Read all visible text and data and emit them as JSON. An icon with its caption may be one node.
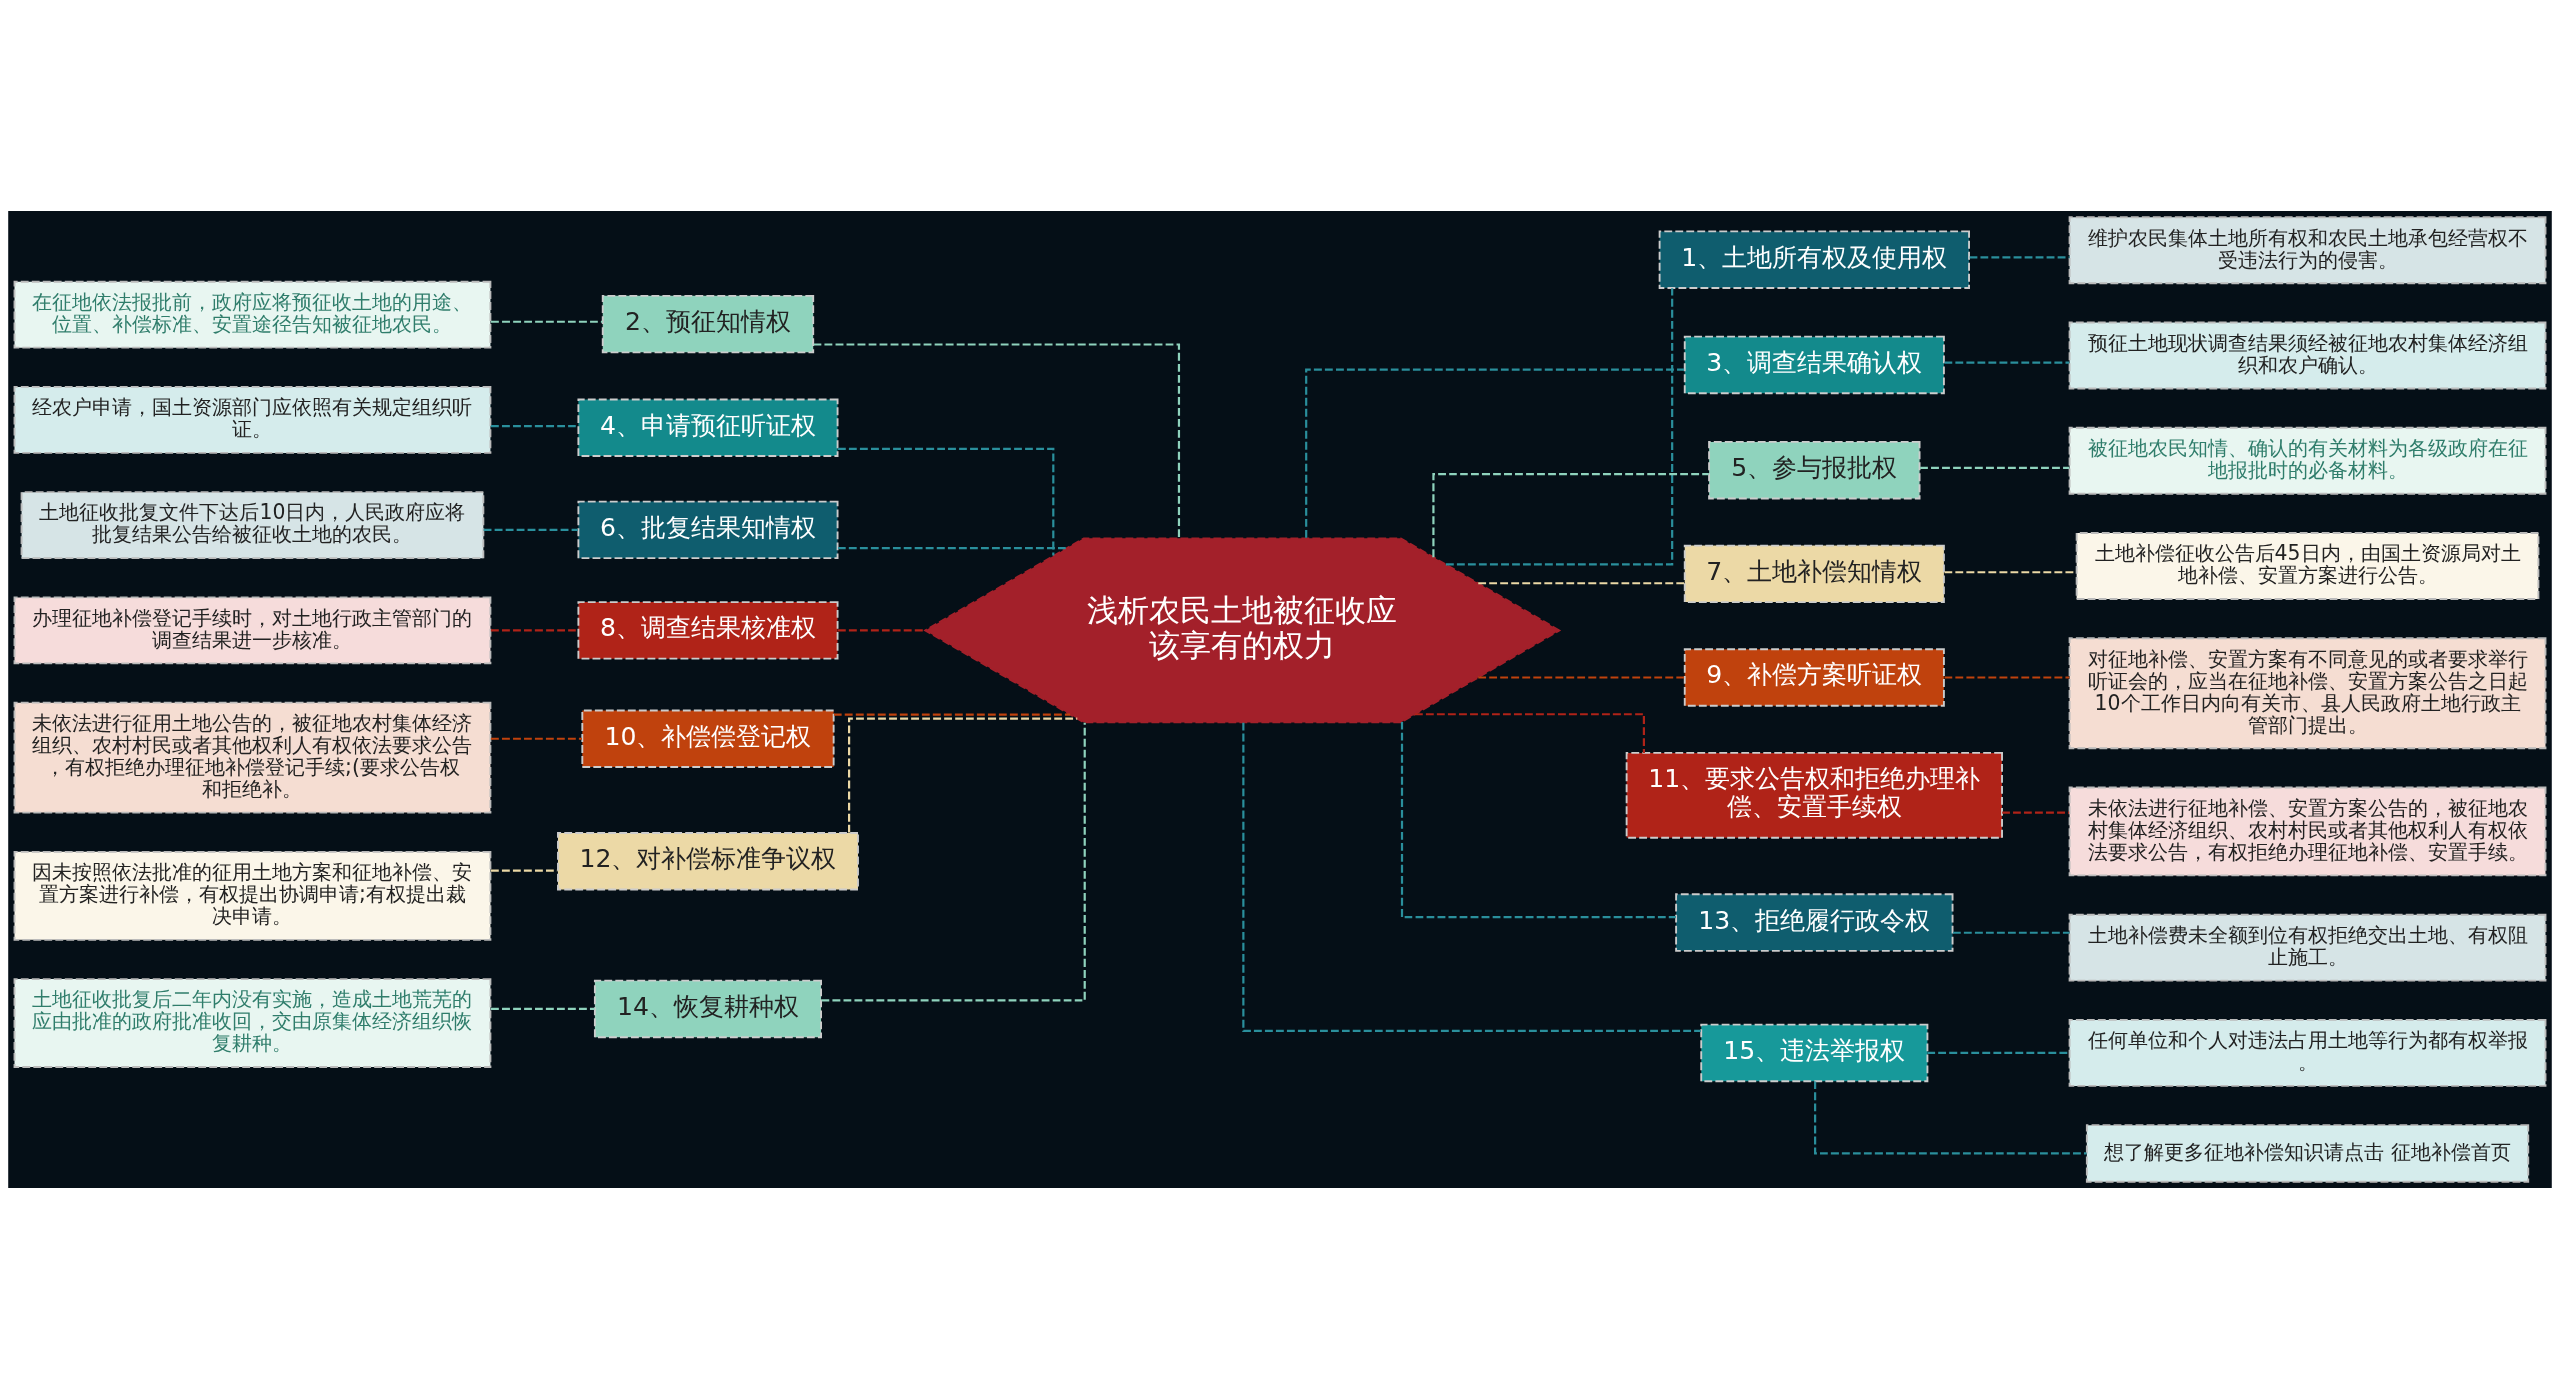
{
  "diagram": {
    "nodes": [
      {
        "text": [
          "浅析农民土地被征收应该享有的权力"
        ]
      },
      {
        "text": [
          "1、土地所有权及使用权"
        ]
      },
      {
        "text": [
          "维护农民集体土地所有权和农民土地承包经营权不受违法行为的侵害。"
        ]
      },
      {
        "text": [
          "3、调查结果确认权"
        ]
      },
      {
        "text": [
          "预征土地现状调查结果须经被征地农村集体经济组织和农户确认。"
        ]
      },
      {
        "text": [
          "5、参与报批权"
        ]
      },
      {
        "text": [
          "被征地农民知情、确认的有关材料为各级政府在征地报批时的必备材料。"
        ]
      },
      {
        "text": [
          "7、土地补偿知情权"
        ]
      },
      {
        "text": [
          "土地补偿征收公告后45日内，由国土资源局对土地补偿、安置方案进行公告。"
        ]
      },
      {
        "text": [
          "9、补偿方案听证权"
        ]
      },
      {
        "text": [
          "对征地补偿、安置方案有不同意见的或者要求举行听证会的，应当在征地补偿、安置方案公告之日起10个工作日内向有关市、县人民政府土地行政主管部门提出。"
        ]
      },
      {
        "text": [
          "11、要求公告权和拒绝办理补偿、安置手续权"
        ]
      },
      {
        "text": [
          "未依法进行征地补偿、安置方案公告的，被征地农村集体经济组织、农村村民或者其他权利人有权依法要求公告，有权拒绝办理征地补偿、安置手续。"
        ]
      },
      {
        "text": [
          "13、拒绝履行政令权"
        ]
      },
      {
        "text": [
          "土地补偿费未全额到位有权拒绝交出土地、有权阻止施工。"
        ]
      },
      {
        "text": [
          "15、违法举报权"
        ]
      },
      {
        "text": [
          "任何单位和个人对违法占用土地等行为都有权举报。"
        ]
      },
      {
        "text": [
          "想了解更多征地补偿知识请点击 征地补偿首页"
        ]
      },
      {
        "text": [
          "2、预征知情权"
        ]
      },
      {
        "text": [
          "在征地依法报批前，政府应将预征收土地的用途、位置、补偿标准、安置途径告知被征地农民。"
        ]
      },
      {
        "text": [
          "4、申请预征听证权"
        ]
      },
      {
        "text": [
          "经农户申请，国土资源部门应依照有关规定组织听证。"
        ]
      },
      {
        "text": [
          "6、批复结果知情权"
        ]
      },
      {
        "text": [
          "土地征收批复文件下达后10日内，人民政府应将批复结果公告给被征收土地的农民。"
        ]
      },
      {
        "text": [
          "8、调查结果核准权"
        ]
      },
      {
        "text": [
          "办理征地补偿登记手续时，对土地行政主管部门的调查结果进一步核准。"
        ]
      },
      {
        "text": [
          "10、补偿偿登记权"
        ]
      },
      {
        "text": [
          "未依法进行征用土地公告的，被征地农村集体经济组织、农村村民或者其他权利人有权依法要求公告，有权拒绝办理征地补偿登记手续;(要求公告权和拒绝补。"
        ]
      },
      {
        "text": [
          "12、对补偿标准争议权"
        ]
      },
      {
        "text": [
          "因未按照依法批准的征用土地方案和征地补偿、安置方案进行补偿，有权提出协调申请;有权提出裁决申请。"
        ]
      },
      {
        "text": [
          "14、恢复耕种权"
        ]
      },
      {
        "text": [
          "土地征收批复后二年内没有实施，造成土地荒芜的应由批准的政府批准收回，交由原集体经济组织恢复耕种。"
        ]
      }
    ],
    "edges": [
      {
        "from": 0,
        "to": 1,
        "arrow": "none",
        "style": "dashed",
        "color": "#2a8f9c"
      },
      {
        "from": 1,
        "to": 2,
        "arrow": "none",
        "style": "dashed",
        "color": "#2a8f9c"
      },
      {
        "from": 0,
        "to": 3,
        "arrow": "none",
        "style": "dashed",
        "color": "#2a8f9c"
      },
      {
        "from": 3,
        "to": 4,
        "arrow": "none",
        "style": "dashed",
        "color": "#2a8f9c"
      },
      {
        "from": 0,
        "to": 5,
        "arrow": "none",
        "style": "dashed",
        "color": "#8fd3bd"
      },
      {
        "from": 5,
        "to": 6,
        "arrow": "none",
        "style": "dashed",
        "color": "#8fd3bd"
      },
      {
        "from": 0,
        "to": 7,
        "arrow": "none",
        "style": "dashed",
        "color": "#ecd9a6"
      },
      {
        "from": 7,
        "to": 8,
        "arrow": "none",
        "style": "dashed",
        "color": "#ecd9a6"
      },
      {
        "from": 0,
        "to": 9,
        "arrow": "none",
        "style": "dashed",
        "color": "#c0420d"
      },
      {
        "from": 9,
        "to": 10,
        "arrow": "none",
        "style": "dashed",
        "color": "#c0420d"
      },
      {
        "from": 0,
        "to": 11,
        "arrow": "none",
        "style": "dashed",
        "color": "#b02318"
      },
      {
        "from": 11,
        "to": 12,
        "arrow": "none",
        "style": "dashed",
        "color": "#b02318"
      },
      {
        "from": 0,
        "to": 13,
        "arrow": "none",
        "style": "dashed",
        "color": "#2a8f9c"
      },
      {
        "from": 13,
        "to": 14,
        "arrow": "none",
        "style": "dashed",
        "color": "#2a8f9c"
      },
      {
        "from": 0,
        "to": 15,
        "arrow": "none",
        "style": "dashed",
        "color": "#2a8f9c"
      },
      {
        "from": 15,
        "to": 16,
        "arrow": "none",
        "style": "dashed",
        "color": "#2a8f9c"
      },
      {
        "from": 15,
        "to": 17,
        "arrow": "none",
        "style": "dashed",
        "color": "#2a8f9c"
      },
      {
        "from": 0,
        "to": 18,
        "arrow": "none",
        "style": "dashed",
        "color": "#8fd3bd"
      },
      {
        "from": 18,
        "to": 19,
        "arrow": "none",
        "style": "dashed",
        "color": "#8fd3bd"
      },
      {
        "from": 0,
        "to": 20,
        "arrow": "none",
        "style": "dashed",
        "color": "#2a8f9c"
      },
      {
        "from": 20,
        "to": 21,
        "arrow": "none",
        "style": "dashed",
        "color": "#2a8f9c"
      },
      {
        "from": 0,
        "to": 22,
        "arrow": "none",
        "style": "dashed",
        "color": "#2a8f9c"
      },
      {
        "from": 22,
        "to": 23,
        "arrow": "none",
        "style": "dashed",
        "color": "#2a8f9c"
      },
      {
        "from": 0,
        "to": 24,
        "arrow": "none",
        "style": "dashed",
        "color": "#b02318"
      },
      {
        "from": 24,
        "to": 25,
        "arrow": "none",
        "style": "dashed",
        "color": "#b02318"
      },
      {
        "from": 0,
        "to": 26,
        "arrow": "none",
        "style": "dashed",
        "color": "#c0420d"
      },
      {
        "from": 26,
        "to": 27,
        "arrow": "none",
        "style": "dashed",
        "color": "#c0420d"
      },
      {
        "from": 0,
        "to": 28,
        "arrow": "none",
        "style": "dashed",
        "color": "#ecd9a6"
      },
      {
        "from": 28,
        "to": 29,
        "arrow": "none",
        "style": "dashed",
        "color": "#ecd9a6"
      },
      {
        "from": 0,
        "to": 30,
        "arrow": "none",
        "style": "dashed",
        "color": "#8fd3bd"
      },
      {
        "from": 30,
        "to": 31,
        "arrow": "none",
        "style": "dashed",
        "color": "#8fd3bd"
      }
    ]
  }
}
